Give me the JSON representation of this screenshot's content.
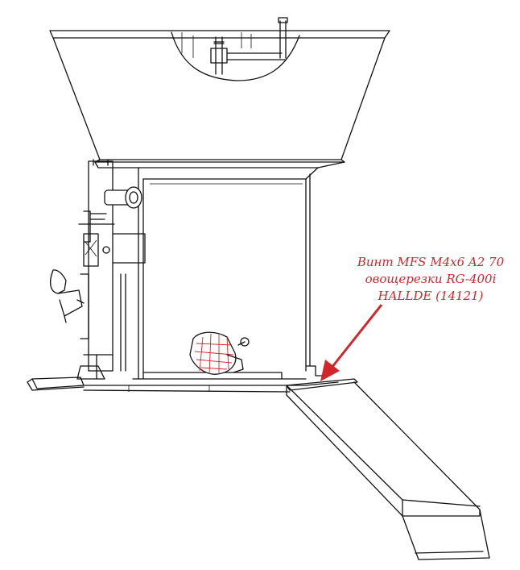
{
  "annotation": {
    "lines": [
      "Винт MFS M4x6 A2 70",
      "овощерезки RG-400i",
      "HALLDE (14121)"
    ],
    "color": "#d3262b"
  },
  "arrow": {
    "color": "#d3262b"
  },
  "drawing": {
    "line_color": "#111111",
    "style": "technical line drawing"
  }
}
